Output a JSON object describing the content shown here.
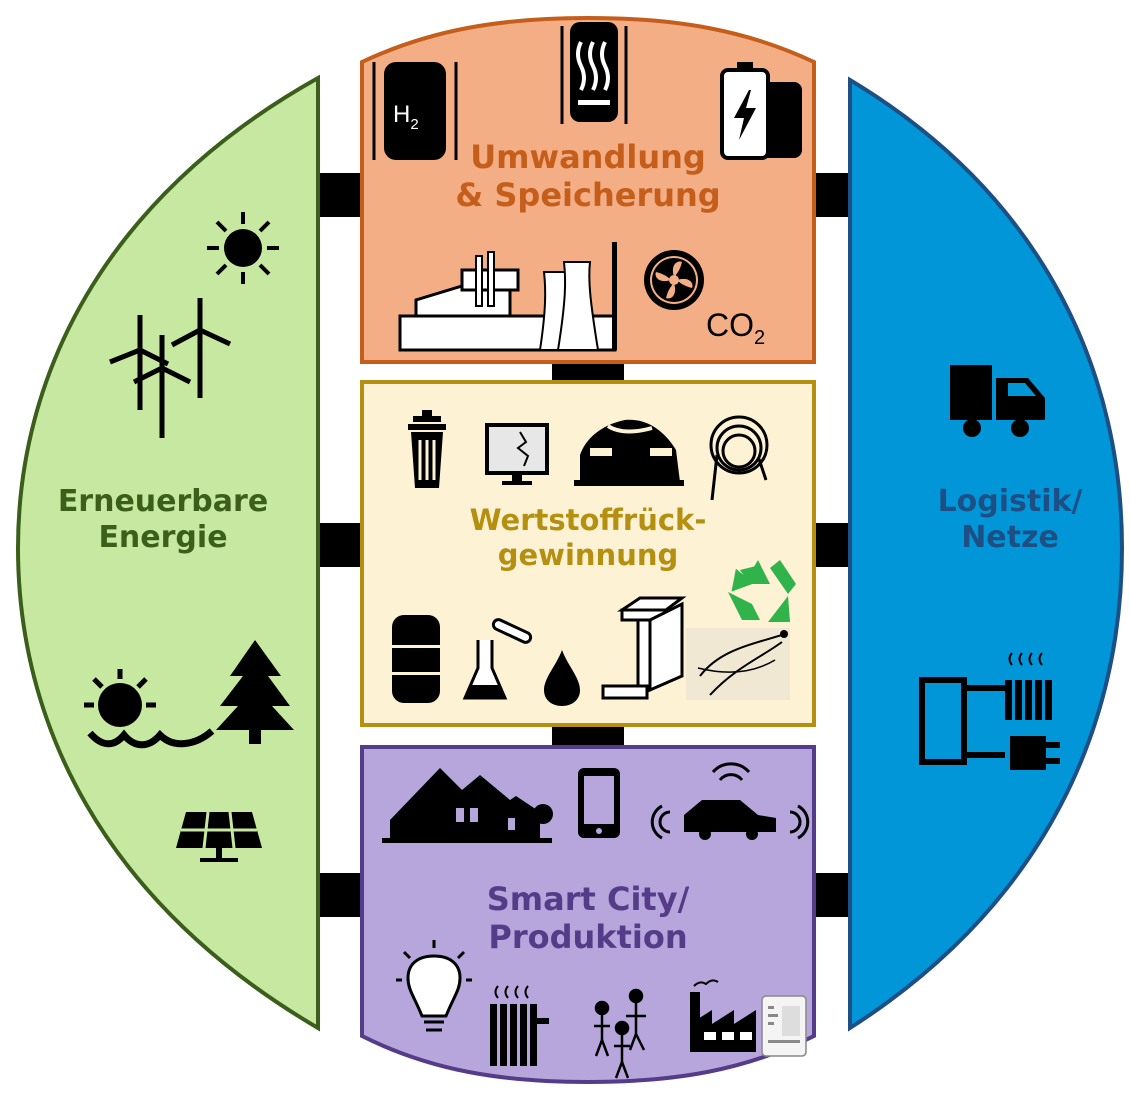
{
  "sections": {
    "left": {
      "line1": "Erneuerbare",
      "line2": "Energie",
      "fill": "#c6e8a0",
      "stroke": "#3b5e1a",
      "text_color": "#3b5e1a"
    },
    "right": {
      "line1": "Logistik/",
      "line2": "Netze",
      "fill": "#0096d8",
      "stroke": "#1d4f85",
      "text_color": "#1d4f85"
    },
    "top": {
      "line1": "Umwandlung",
      "line2": "& Speicherung",
      "fill": "#f3ae85",
      "stroke": "#c45e1a",
      "text_color": "#c45e1a"
    },
    "middle": {
      "line1": "Wertstoffrück-",
      "line2": "gewinnung",
      "fill": "#fef2d5",
      "stroke": "#b58f10",
      "text_color": "#b58f10"
    },
    "bottom": {
      "line1": "Smart City/",
      "line2": "Produktion",
      "fill": "#b7a6dc",
      "stroke": "#553c89",
      "text_color": "#553c89"
    }
  },
  "formulas": {
    "h2": {
      "base": "H",
      "sub": "2"
    },
    "co2": {
      "base": "CO",
      "sub": "2"
    }
  },
  "icons": {
    "left": [
      "sun-icon",
      "wind-turbines-icon",
      "sun-water-icon",
      "tree-icon",
      "solar-panel-icon"
    ],
    "right": [
      "truck-icon",
      "grid-plug-icon"
    ],
    "top": [
      "h2-storage-icon",
      "heat-storage-icon",
      "battery-storage-icon",
      "power-plant-icon",
      "fan-icon"
    ],
    "middle": [
      "trash-can-icon",
      "monitor-icon",
      "car-wreck-icon",
      "cable-coil-icon",
      "recycling-icon",
      "oil-barrel-icon",
      "chemistry-icon",
      "oil-drop-icon",
      "steel-beam-icon",
      "biomass-icon"
    ],
    "bottom": [
      "houses-icon",
      "smartphone-icon",
      "connected-car-icon",
      "light-bulb-icon",
      "radiator-icon",
      "people-icon",
      "factory-icon",
      "tablet-icon"
    ]
  }
}
